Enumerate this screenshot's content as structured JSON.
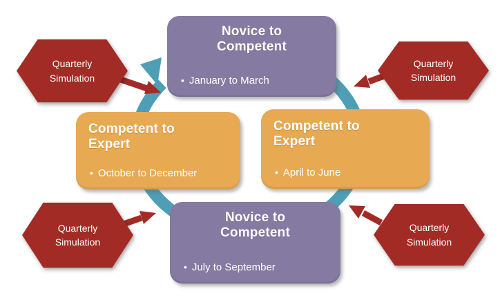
{
  "colors": {
    "purple": "#857AA2",
    "orange": "#E8A953",
    "red": "#A32B26",
    "teal": "#4E9FB6",
    "text": "#FFFFFF",
    "background": "#FFFFFF"
  },
  "diagram": {
    "bullet_char": "•",
    "boxes": [
      {
        "position": "top",
        "title": "Novice to Competent",
        "period": "January to March"
      },
      {
        "position": "right",
        "title": "Competent to Expert",
        "period": "April to June"
      },
      {
        "position": "bottom",
        "title": "Novice to Competent",
        "period": "July to September"
      },
      {
        "position": "left",
        "title": "Competent to Expert",
        "period": "October to December"
      }
    ],
    "callouts": [
      {
        "position": "top-left",
        "label": "Quarterly Simulation"
      },
      {
        "position": "top-right",
        "label": "Quarterly Simulation"
      },
      {
        "position": "bottom-left",
        "label": "Quarterly Simulation"
      },
      {
        "position": "bottom-right",
        "label": "Quarterly Simulation"
      }
    ]
  }
}
